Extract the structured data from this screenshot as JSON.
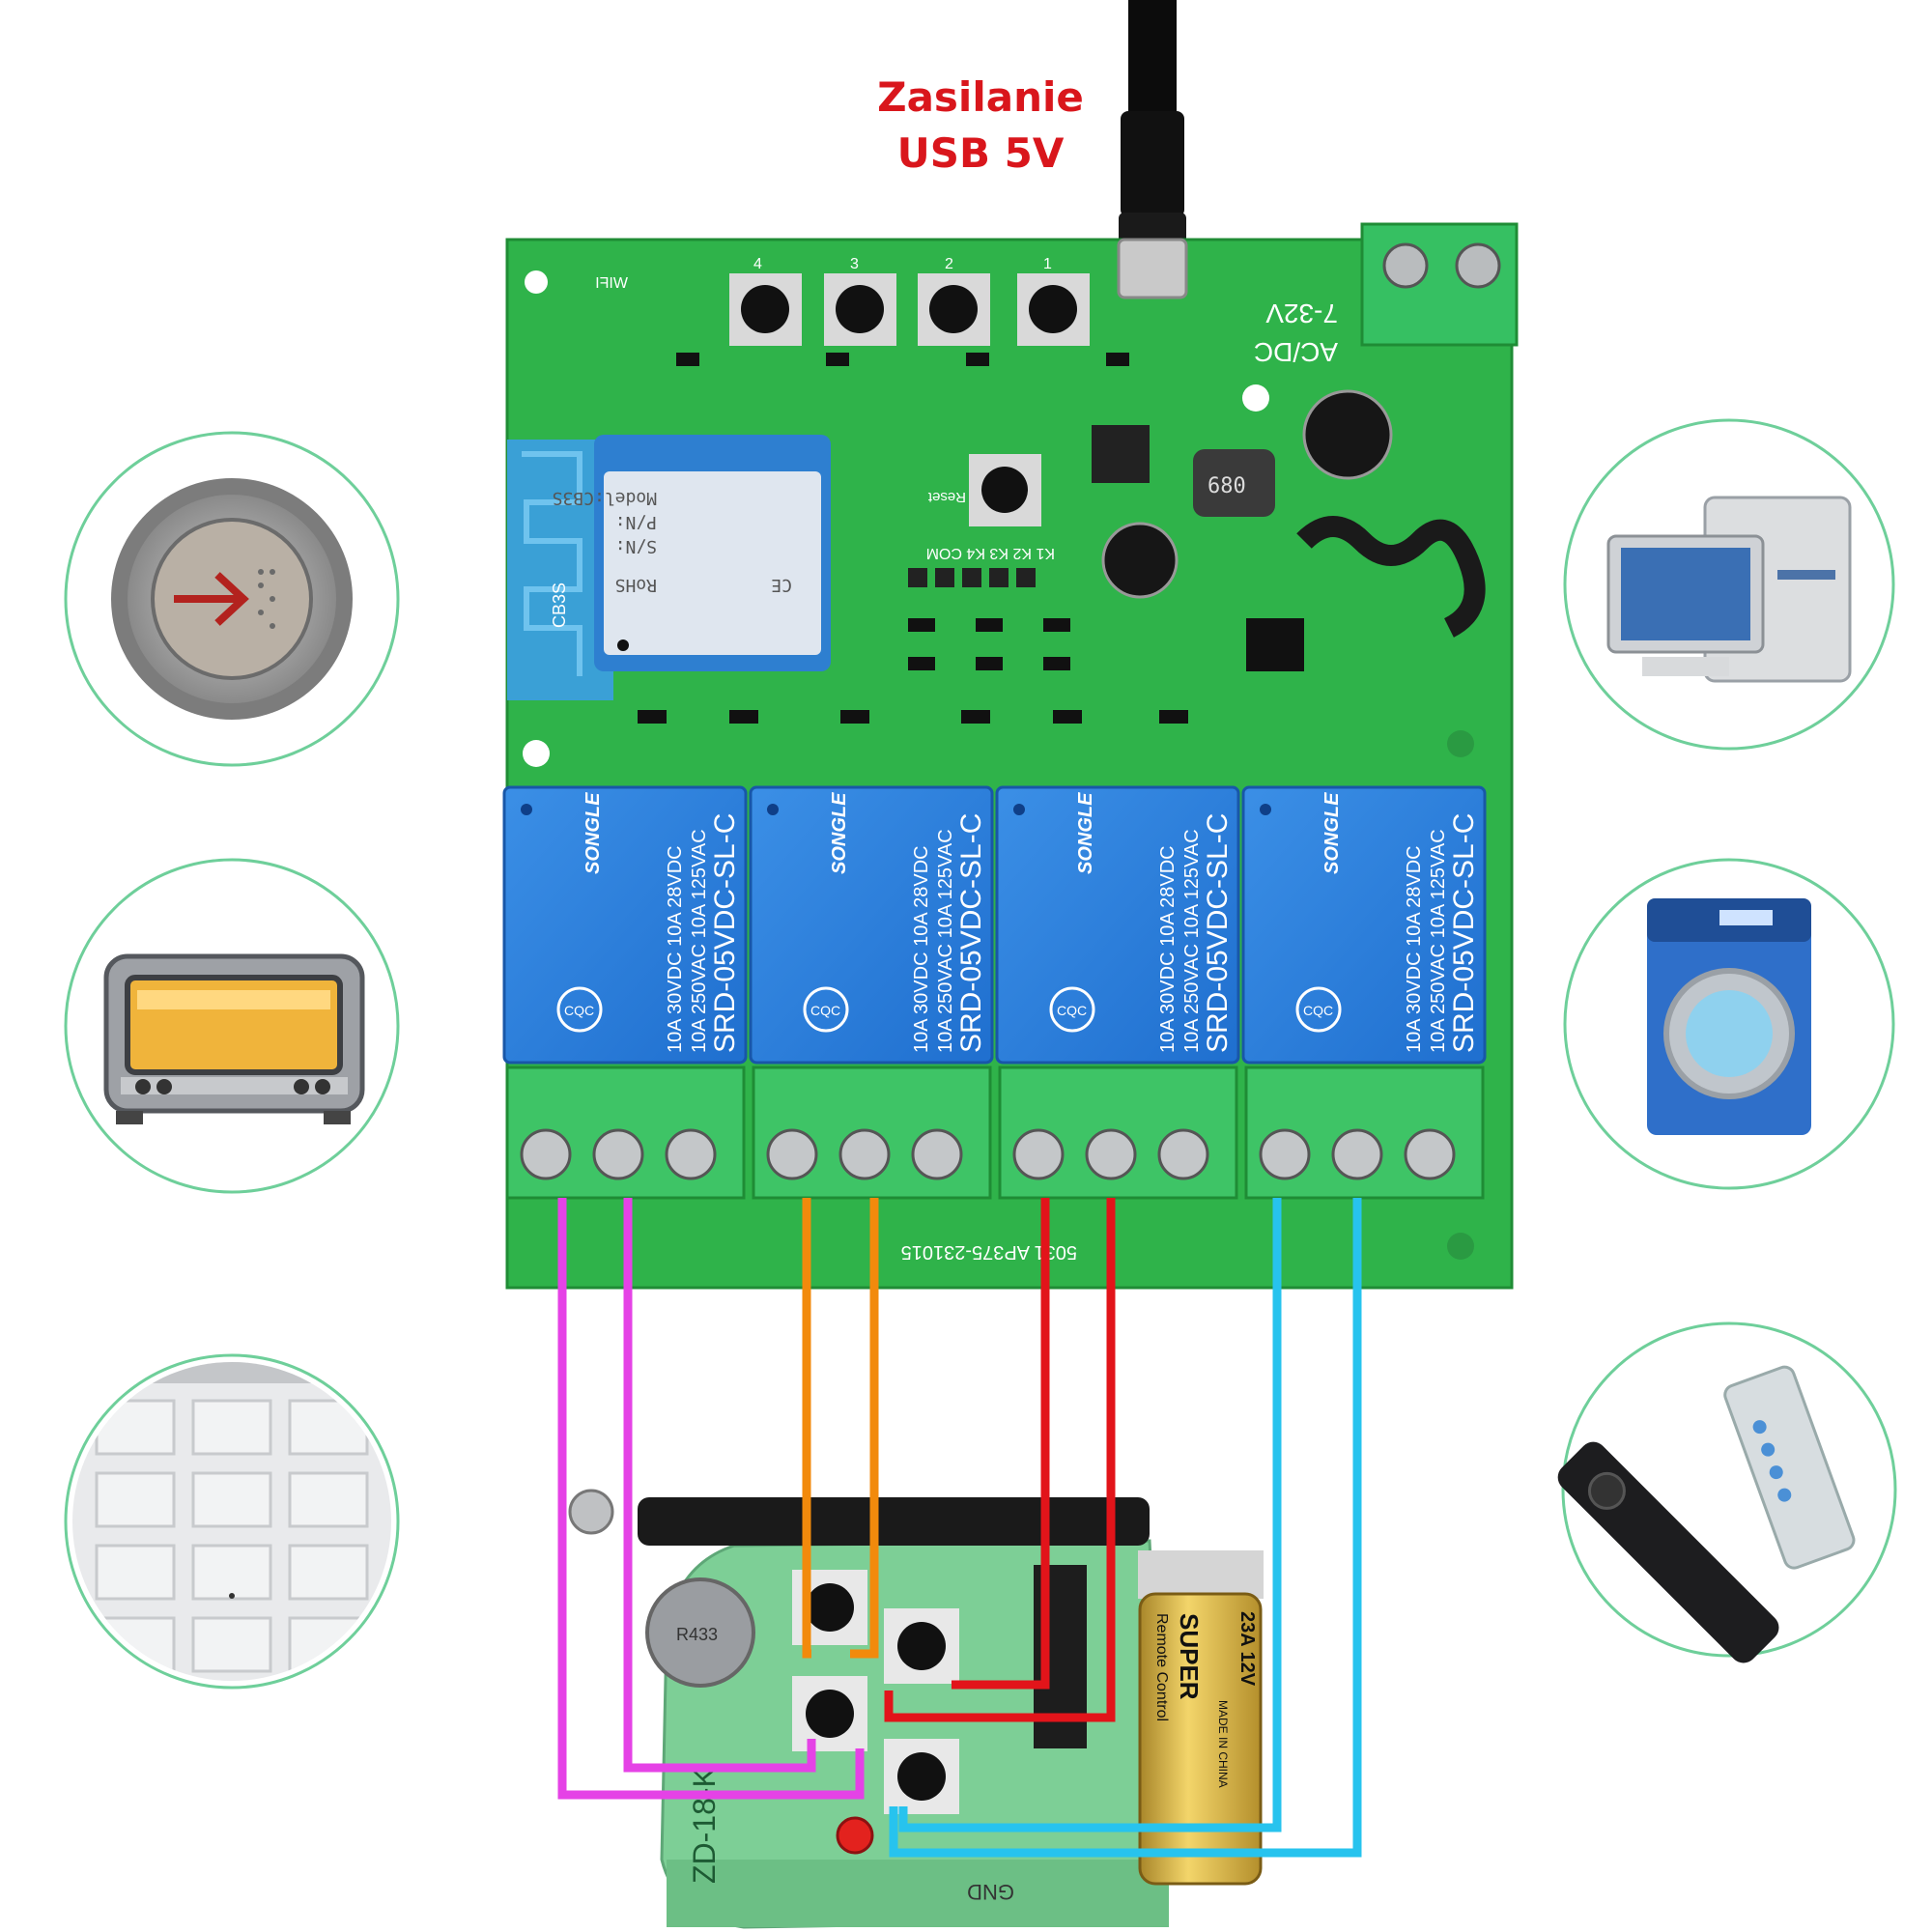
{
  "header": {
    "power_line1": "Zasilanie",
    "power_line2": "USB 5V"
  },
  "board": {
    "wifi_label": "WIFI",
    "module_label": "CB3S",
    "module_marks": [
      "RoHS",
      "CE",
      "S/N:",
      "P/N:",
      "Model:CB3S"
    ],
    "voltage_label": "7-32V",
    "acdc_label": "AC/DC",
    "reset_label": "Reset",
    "header_pins": "K1 K2 K3 K4 COM",
    "button_numbers": [
      "4",
      "3",
      "2",
      "1"
    ],
    "inductor_label": "680",
    "serial": "5031 AP375-231015"
  },
  "relays": [
    {
      "brand": "SONGLE",
      "model": "SRD-05VDC-SL-C",
      "rating1": "10A 250VAC  10A 125VAC",
      "rating2": "10A 30VDC  10A 28VDC",
      "cqc": "CQC"
    },
    {
      "brand": "SONGLE",
      "model": "SRD-05VDC-SL-C",
      "rating1": "10A 250VAC  10A 125VAC",
      "rating2": "10A 30VDC  10A 28VDC",
      "cqc": "CQC"
    },
    {
      "brand": "SONGLE",
      "model": "SRD-05VDC-SL-C",
      "rating1": "10A 250VAC  10A 125VAC",
      "rating2": "10A 30VDC  10A 28VDC",
      "cqc": "CQC"
    },
    {
      "brand": "SONGLE",
      "model": "SRD-05VDC-SL-C",
      "rating1": "10A 250VAC  10A 125VAC",
      "rating2": "10A 30VDC  10A 28VDC",
      "cqc": "CQC"
    }
  ],
  "remote": {
    "battery_brand": "SUPER",
    "battery_sub": "Remote Control",
    "battery_volt": "23A 12V",
    "battery_origin": "MADE IN CHINA",
    "crystal_label": "R433",
    "board_label": "ZD-18-K",
    "gnd_label": "GND"
  },
  "wire_colors": {
    "channel1": "#e542e6",
    "channel2": "#f28a0c",
    "channel3": "#e2141a",
    "channel4": "#27c3ee"
  },
  "icons": {
    "left": [
      "elevator-button-icon",
      "toaster-oven-icon",
      "garage-door-icon"
    ],
    "right": [
      "desktop-computer-icon",
      "washing-machine-icon",
      "remote-controls-icon"
    ]
  }
}
